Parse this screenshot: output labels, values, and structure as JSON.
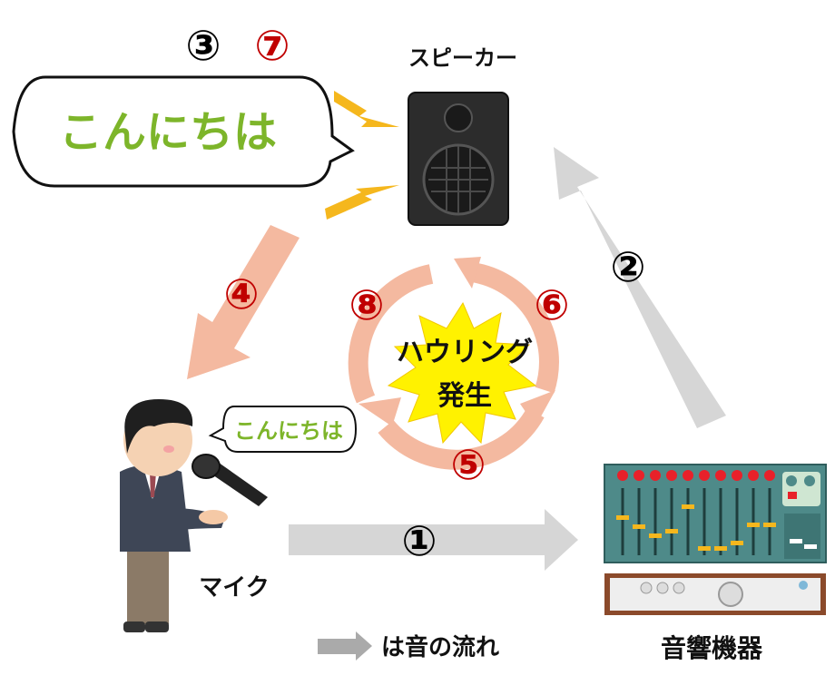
{
  "labels": {
    "speaker": "スピーカー",
    "mic": "マイク",
    "audio_equipment": "音響機器",
    "howling_line1": "ハウリング",
    "howling_line2": "発生",
    "legend": "は音の流れ"
  },
  "speech": {
    "big_bubble": "こんにちは",
    "small_bubble": "こんにちは"
  },
  "steps": {
    "s1": "①",
    "s2": "②",
    "s3": "③",
    "s4": "④",
    "s5": "⑤",
    "s6": "⑥",
    "s7": "⑦",
    "s8": "⑧"
  },
  "colors": {
    "flow_arrow": "#d6d6d6",
    "feedback_arrow": "#f4b9a0",
    "step_red": "#c00000",
    "step_black": "#000000",
    "speech_green": "#7db52a",
    "burst_yellow": "#fff200",
    "mixer_teal": "#4e8a89"
  }
}
